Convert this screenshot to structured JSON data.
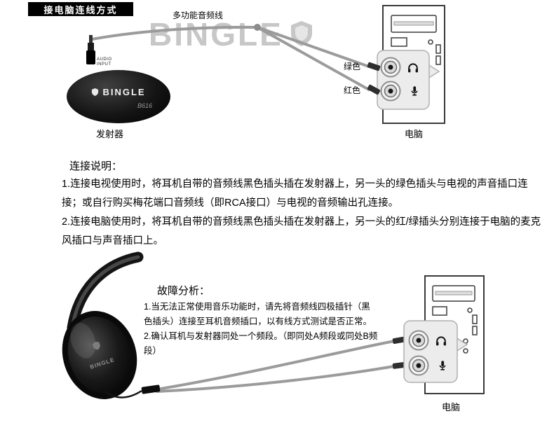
{
  "header": {
    "title": "接电脑连线方式"
  },
  "top": {
    "cable_label": "多功能音频线",
    "watermark": "BINGLE",
    "audio_input": "AUDIO\nINPUT",
    "transmitter_brand": "BINGLE",
    "transmitter_model": "B616",
    "transmitter_caption": "发射器",
    "green_label": "绿色",
    "red_label": "红色",
    "computer_caption": "电脑"
  },
  "connection": {
    "heading": "连接说明：",
    "item1": "1.连接电视使用时，将耳机自带的音频线黑色插头插在发射器上，另一头的绿色插头与电视的声音插口连接；或自行购买梅花端口音频线（即RCA接口）与电视的音频输出孔连接。",
    "item2": "2.连接电脑使用时，将耳机自带的音频线黑色插头插在发射器上，另一头的红/绿插头分别连接于电脑的麦克风插口与声音插口上。"
  },
  "fault": {
    "heading": "故障分析：",
    "item1": "1.当无法正常使用音乐功能时，请先将音频线四极插针（黑色插头）连接至耳机音频插口，以有线方式测试是否正常。",
    "item2": "2.确认耳机与发射器同处一个频段。（即同处A频段或同处B频段）",
    "headphone_brand": "BINGLE",
    "computer_caption": "电脑"
  }
}
